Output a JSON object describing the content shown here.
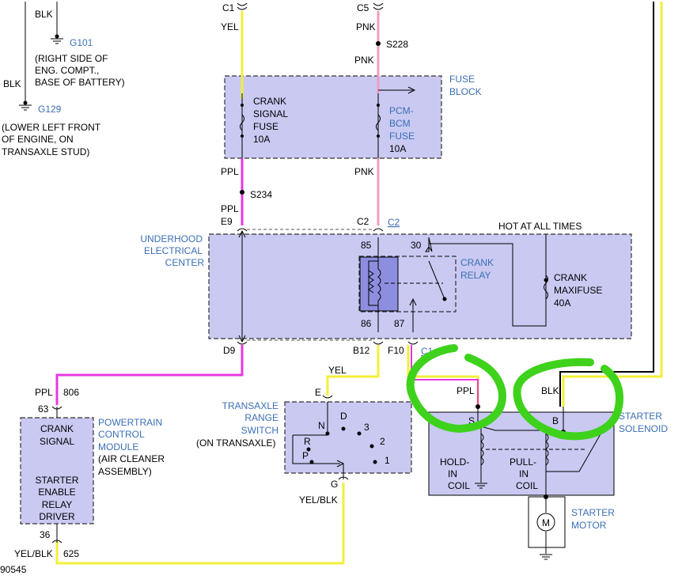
{
  "colors": {
    "yellow": "#f3ef38",
    "pink": "#f29bc0",
    "magenta": "#e838e0",
    "green": "#3ed21c",
    "box_fill": "#c9c9f2",
    "blue_text": "#3b6fb5"
  },
  "ground": {
    "g101": {
      "wire": "BLK",
      "id": "G101",
      "desc1": "(RIGHT SIDE OF",
      "desc2": "ENG. COMPT.,",
      "desc3": "BASE OF BATTERY)"
    },
    "g129": {
      "wire": "BLK",
      "id": "G129",
      "desc1": "(LOWER LEFT FRONT",
      "desc2": "OF ENGINE, ON",
      "desc3": "TRANSAXLE STUD)"
    }
  },
  "connectors": {
    "c1_top": "C1",
    "c5_top": "C5",
    "s228": "S228",
    "s234": "S234",
    "e9": "E9",
    "c2": "C2",
    "c2_link": "C2",
    "d9": "D9",
    "b12": "B12",
    "f10": "F10",
    "c1_link": "C1",
    "e_trs": "E",
    "g_trs": "G"
  },
  "wires": {
    "yel_top": "YEL",
    "pnk_top": "PNK",
    "pnk_mid": "PNK",
    "ppl_fuse": "PPL",
    "pnk_fuse": "PNK",
    "ppl_mid": "PPL",
    "ppl_806": "PPL",
    "circ_806": "806",
    "yel_trs": "YEL",
    "yel_blk_g": "YEL/BLK",
    "yel_blk_625": "YEL/BLK",
    "circ_625": "625",
    "ppl_sol": "PPL",
    "blk_sol": "BLK"
  },
  "fuse_block": {
    "title1": "FUSE",
    "title2": "BLOCK",
    "crank1": "CRANK",
    "crank2": "SIGNAL",
    "crank3": "FUSE",
    "crank_amp": "10A",
    "pcm1": "PCM-",
    "pcm2": "BCM",
    "pcm3": "FUSE",
    "pcm_amp": "10A"
  },
  "uec": {
    "title1": "UNDERHOOD",
    "title2": "ELECTRICAL",
    "title3": "CENTER",
    "hot": "HOT AT ALL TIMES",
    "relay1": "CRANK",
    "relay2": "RELAY",
    "pin85": "85",
    "pin30": "30",
    "pin86": "86",
    "pin87": "87",
    "maxi1": "CRANK",
    "maxi2": "MAXIFUSE",
    "maxi_amp": "40A"
  },
  "pcm": {
    "pin63": "63",
    "pin36": "36",
    "label1": "CRANK",
    "label2": "SIGNAL",
    "label3": "STARTER",
    "label4": "ENABLE",
    "label5": "RELAY",
    "label6": "DRIVER",
    "title1": "POWERTRAIN",
    "title2": "CONTROL",
    "title3": "MODULE",
    "title4": "(AIR CLEANER",
    "title5": "ASSEMBLY)"
  },
  "trs": {
    "title1": "TRANSAXLE",
    "title2": "RANGE",
    "title3": "SWITCH",
    "note": "(ON TRANSAXLE)",
    "pos_d": "D",
    "pos_n": "N",
    "pos_r": "R",
    "pos_p": "P",
    "pos_3": "3",
    "pos_2": "2",
    "pos_1": "1"
  },
  "solenoid": {
    "title1": "STARTER",
    "title2": "SOLENOID",
    "term_s": "S",
    "term_b": "B",
    "hold1": "HOLD-",
    "hold2": "IN",
    "hold3": "COIL",
    "pull1": "PULL-",
    "pull2": "IN",
    "pull3": "COIL",
    "motor1": "STARTER",
    "motor2": "MOTOR",
    "motor_symbol": "M"
  },
  "figure_id": "90545"
}
